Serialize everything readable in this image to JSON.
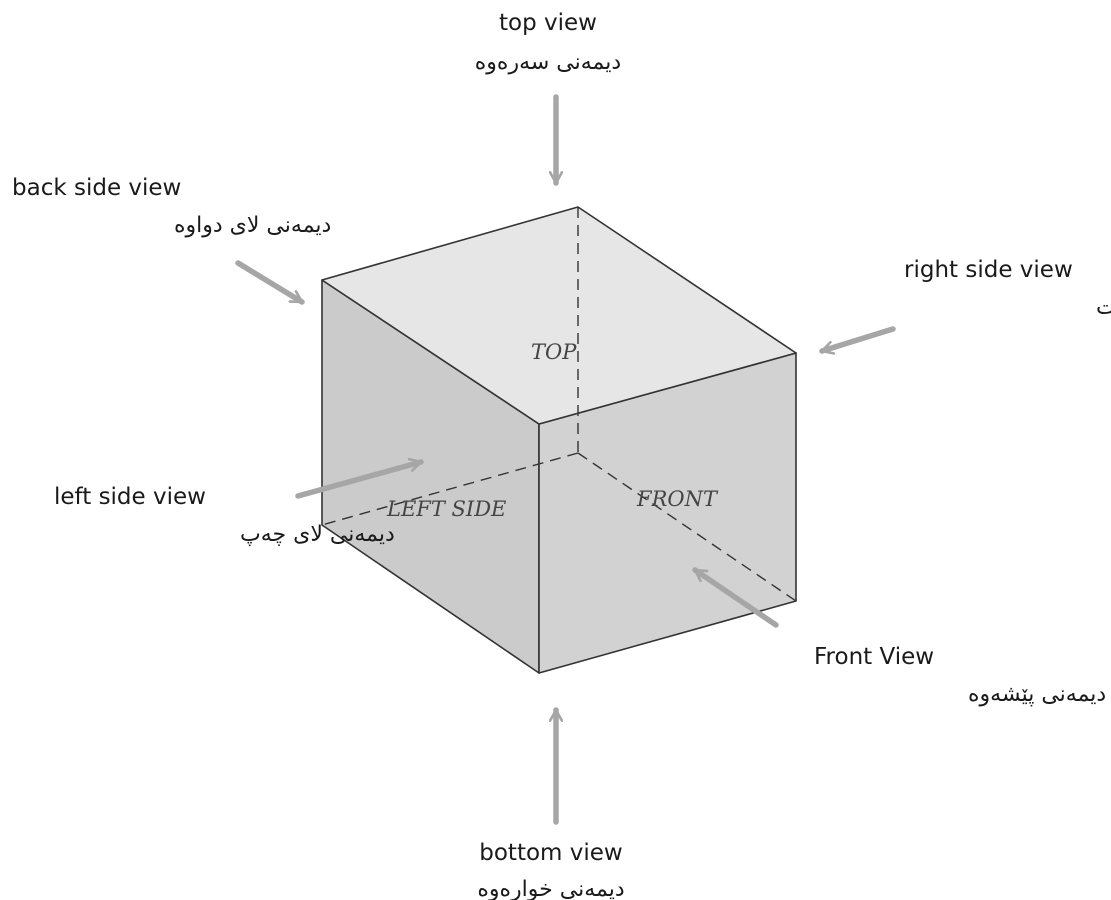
{
  "colors": {
    "face_top": "#e6e6e6",
    "face_left": "#cbcbcb",
    "face_front": "#d2d2d2",
    "edge": "#333333",
    "arrow": "#a6a6a6",
    "text": "#1a1a1a"
  },
  "faces": {
    "top": "TOP",
    "left": "LEFT SIDE",
    "front": "FRONT"
  },
  "views": {
    "top": {
      "en": "top view",
      "ku": "دیمەنی سەرەوە"
    },
    "back": {
      "en": "back side view",
      "ku": "دیمەنی لای دواوە"
    },
    "right": {
      "en": "right side view",
      "ku": "دیمەنی لای ڕاست"
    },
    "left": {
      "en": "left side view",
      "ku": "دیمەنی لای  چەپ"
    },
    "front": {
      "en": "Front View",
      "ku": "دیمەنی پێشەوە"
    },
    "bottom": {
      "en": "bottom view",
      "ku": "دیمەنی خوارەوە"
    }
  }
}
